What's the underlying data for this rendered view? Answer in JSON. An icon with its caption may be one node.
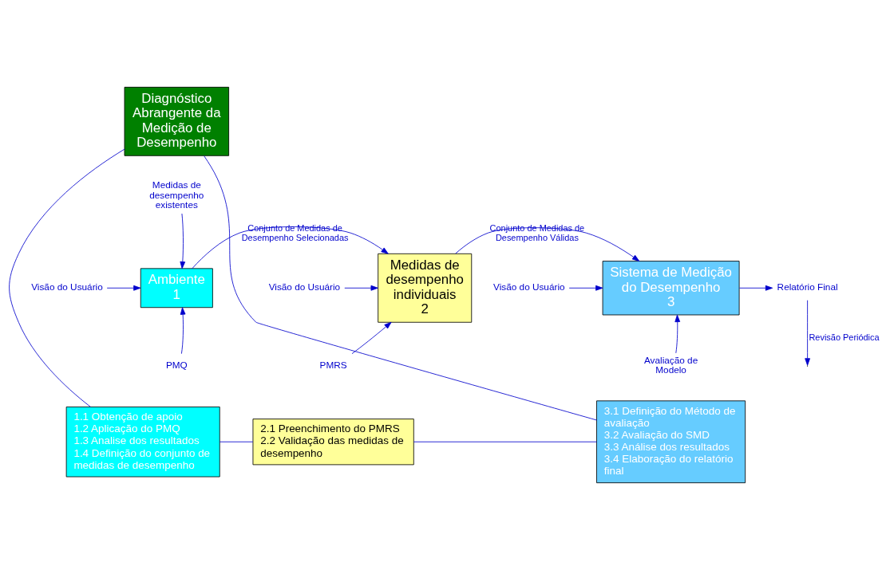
{
  "diagram": {
    "nodes": [
      {
        "text": [
          "Diagnóstico Abrangente da Medição de Desempenho"
        ]
      },
      {
        "text": [
          "Ambiente",
          "1"
        ]
      },
      {
        "text": [
          "1.1 Obtenção de apoio",
          "1.2 Aplicação do PMQ",
          "1.3 Analise dos resultados",
          "1.4 Definição do conjunto de medidas de desempenho"
        ]
      },
      {
        "text": [
          "Medidas de desempenho individuais",
          "2"
        ]
      },
      {
        "text": [
          "2.1 Preenchimento do PMRS",
          "2.2 Validação das medidas de desempenho"
        ]
      },
      {
        "text": [
          "Sistema de Medição do Desempenho",
          "3"
        ]
      },
      {
        "text": [
          "3.1 Definição do Método de avaliação",
          "3.2 Avaliação do SMD",
          "3.3 Análise dos resultados",
          "3.4 Elaboração do relatório final"
        ]
      },
      {
        "text": [
          "Medidas de desempenho existentes"
        ]
      },
      {
        "text": [
          "Visão do Usuário"
        ]
      },
      {
        "text": [
          "PMQ"
        ]
      },
      {
        "text": [
          "Visão do Usuário"
        ]
      },
      {
        "text": [
          "PMRS"
        ]
      },
      {
        "text": [
          "Visão do Usuário"
        ]
      },
      {
        "text": [
          "Avaliação de Modelo"
        ]
      },
      {
        "text": [
          "Relatório Final"
        ]
      }
    ],
    "edges": [
      {
        "from": 7,
        "to": 1,
        "arrow": "to"
      },
      {
        "from": 8,
        "to": 1,
        "arrow": "to"
      },
      {
        "from": 9,
        "to": 1,
        "arrow": "to"
      },
      {
        "from": 1,
        "to": 3,
        "arrow": "to",
        "label": "Conjunto de Medidas de Desempenho Selecionadas"
      },
      {
        "from": 10,
        "to": 3,
        "arrow": "to"
      },
      {
        "from": 11,
        "to": 3,
        "arrow": "to"
      },
      {
        "from": 3,
        "to": 5,
        "arrow": "to",
        "label": "Conjunto de Medidas de Desempenho Válidas"
      },
      {
        "from": 12,
        "to": 5,
        "arrow": "to"
      },
      {
        "from": 13,
        "to": 5,
        "arrow": "to"
      },
      {
        "from": 5,
        "to": 14,
        "arrow": "to"
      },
      {
        "from": 14,
        "to": null,
        "arrow": "to",
        "label": "Revisão Periódica"
      },
      {
        "from": 0,
        "to": 2,
        "arrow": "none"
      },
      {
        "from": 0,
        "to": 6,
        "arrow": "none"
      },
      {
        "from": 2,
        "to": 4,
        "arrow": "none"
      },
      {
        "from": 4,
        "to": 6,
        "arrow": "none"
      }
    ]
  }
}
